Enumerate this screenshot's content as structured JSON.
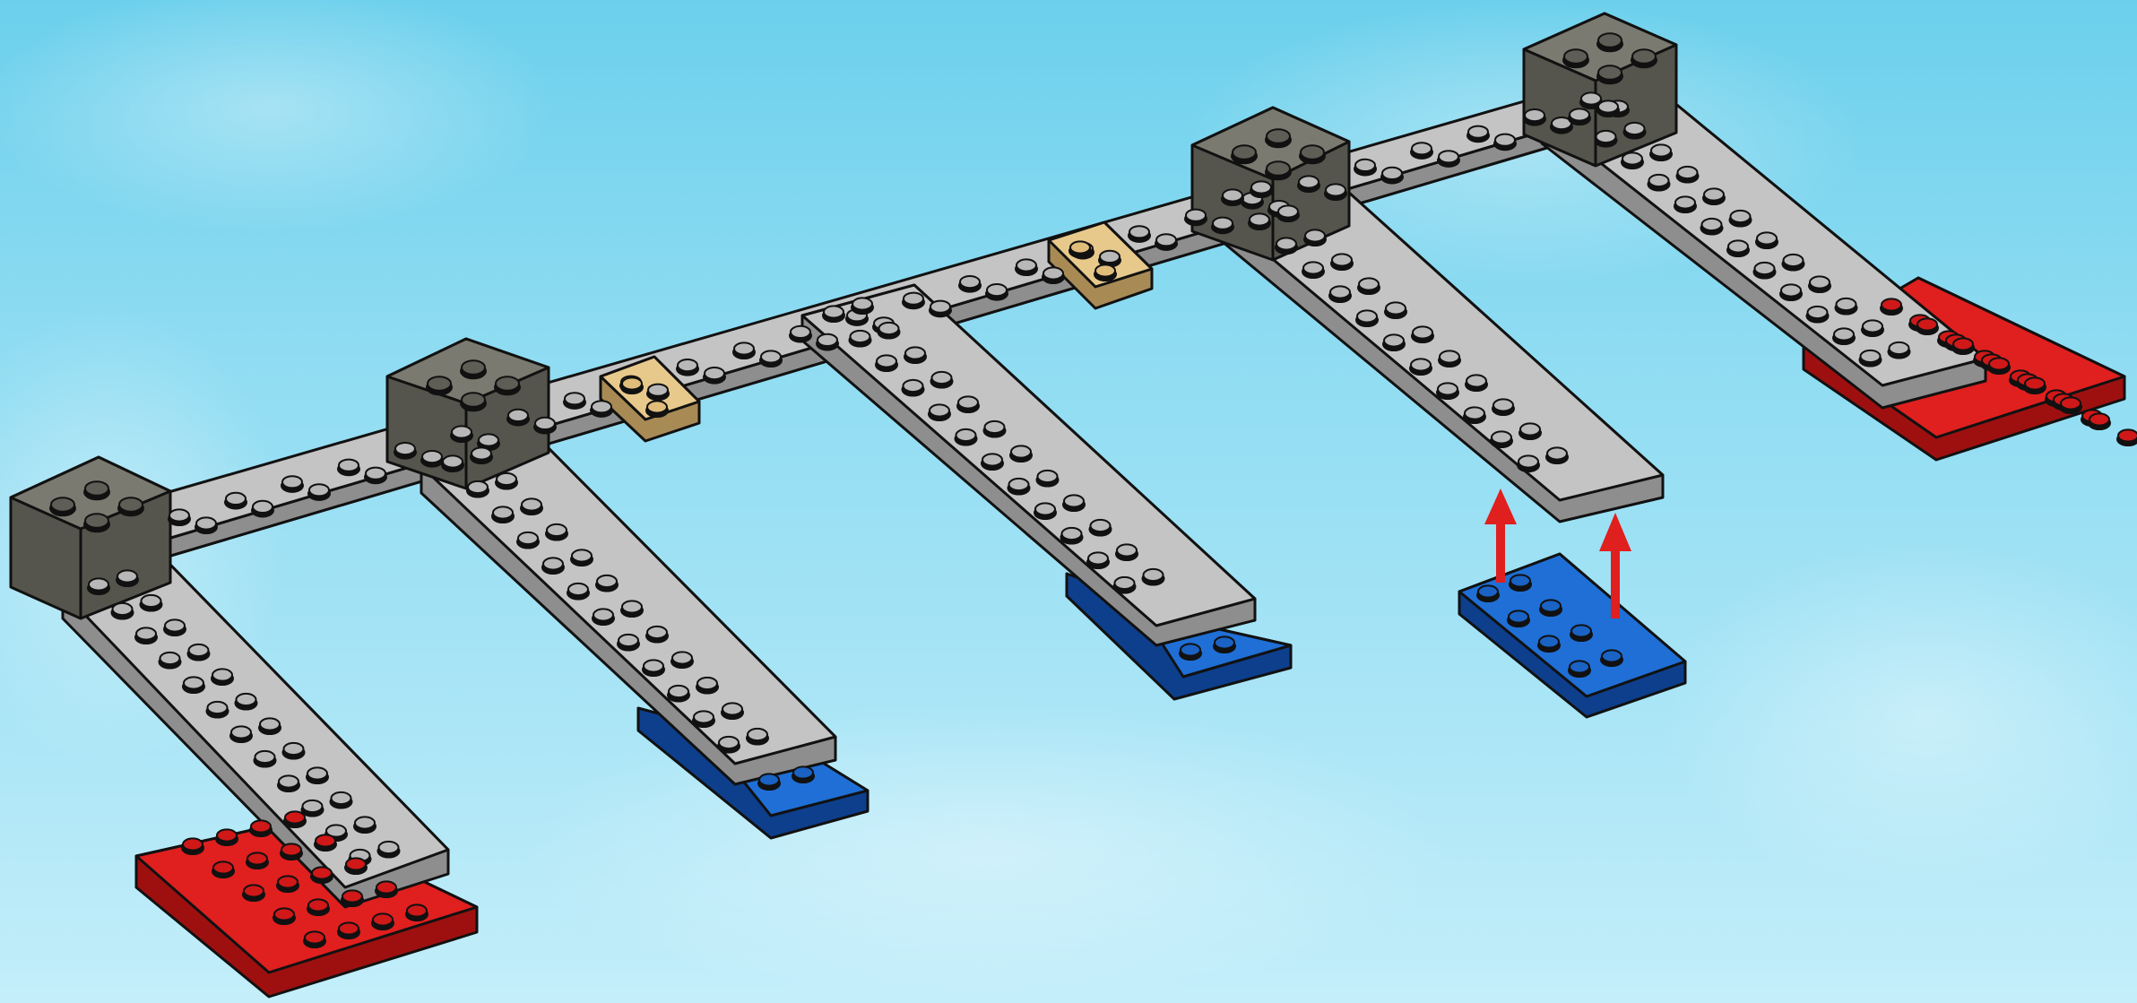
{
  "scene": {
    "colors": {
      "sky": "#8fdcf2",
      "gray_plate": "#c4c4c4",
      "dark_brick": "#6b6b62",
      "tan_tile": "#e8c98c",
      "red_plate": "#e01f1f",
      "blue_plate": "#1f6fd6",
      "arrow": "#e01f1f",
      "outline": "#111111"
    },
    "parts": [
      {
        "name": "spine-plate",
        "color": "gray_plate"
      },
      {
        "name": "arm-plate-1",
        "color": "gray_plate"
      },
      {
        "name": "arm-plate-2",
        "color": "gray_plate"
      },
      {
        "name": "arm-plate-3",
        "color": "gray_plate"
      },
      {
        "name": "arm-plate-4",
        "color": "gray_plate"
      },
      {
        "name": "arm-plate-5",
        "color": "gray_plate"
      },
      {
        "name": "corner-brick-1",
        "color": "dark_brick"
      },
      {
        "name": "corner-brick-2",
        "color": "dark_brick"
      },
      {
        "name": "corner-brick-3",
        "color": "dark_brick"
      },
      {
        "name": "corner-brick-4",
        "color": "dark_brick"
      },
      {
        "name": "tan-tile-1",
        "color": "tan_tile"
      },
      {
        "name": "tan-tile-2",
        "color": "tan_tile"
      },
      {
        "name": "red-plate-1",
        "color": "red_plate"
      },
      {
        "name": "red-plate-2",
        "color": "red_plate"
      },
      {
        "name": "blue-plate-1",
        "color": "blue_plate"
      },
      {
        "name": "blue-plate-2",
        "color": "blue_plate"
      },
      {
        "name": "blue-plate-3-detached",
        "color": "blue_plate"
      }
    ],
    "arrows": [
      {
        "name": "attach-arrow-left",
        "direction": "up"
      },
      {
        "name": "attach-arrow-right",
        "direction": "up"
      }
    ]
  }
}
